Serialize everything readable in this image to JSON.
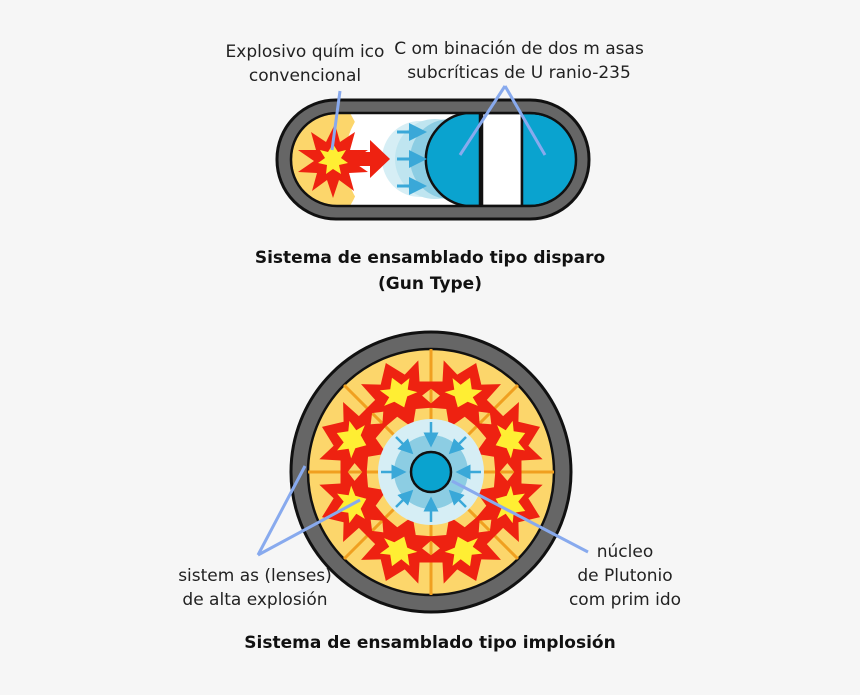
{
  "gun_type": {
    "label_explosive_line1": "Explosivo quím ico",
    "label_explosive_line2": "convencional",
    "label_masses_line1": "C om binación de dos m asas",
    "label_masses_line2": "subcríticas de U ranio-235",
    "caption_line1": "Sistema de ensamblado tipo disparo",
    "caption_line2": "(Gun Type)"
  },
  "implosion": {
    "label_lenses_line1": "sistem as (lenses)",
    "label_lenses_line2": "de alta explosión",
    "label_core_line1": "núcleo",
    "label_core_line2": "de Plutonio",
    "label_core_line3": "com prim ido",
    "caption": "Sistema de ensamblado tipo implosión"
  },
  "colors": {
    "casing": "#666666",
    "outline": "#111111",
    "explosive_yellow": "#fcd66b",
    "flash_red": "#ee2211",
    "flash_yellow": "#ffee33",
    "uranium_blue": "#0aa3cf",
    "light_blue": "#bfe5f0",
    "arrow_blue": "#3aa8d8",
    "pointer_line": "#88aaee",
    "lens_lines": "#f0a020"
  }
}
